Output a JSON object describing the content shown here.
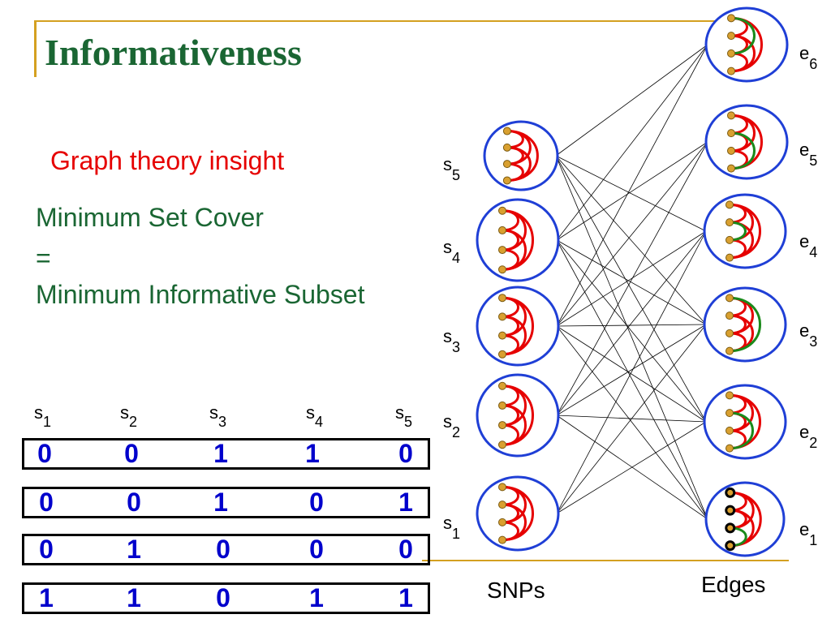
{
  "title": "Informativeness",
  "subtitle": "Graph theory insight",
  "statement": {
    "line1": "Minimum Set Cover",
    "line2": "=",
    "line3": "Minimum Informative Subset"
  },
  "snp_headers": [
    {
      "s": "s",
      "n": "1"
    },
    {
      "s": "s",
      "n": "2"
    },
    {
      "s": "s",
      "n": "3"
    },
    {
      "s": "s",
      "n": "4"
    },
    {
      "s": "s",
      "n": "5"
    }
  ],
  "matrix_rows": [
    [
      "0",
      "0",
      "1",
      "1",
      "0"
    ],
    [
      "0",
      "0",
      "1",
      "0",
      "1"
    ],
    [
      "0",
      "1",
      "0",
      "0",
      "0"
    ],
    [
      "1",
      "1",
      "0",
      "1",
      "1"
    ]
  ],
  "snp_nodes": [
    {
      "s": "s",
      "n": "5"
    },
    {
      "s": "s",
      "n": "4"
    },
    {
      "s": "s",
      "n": "3"
    },
    {
      "s": "s",
      "n": "2"
    },
    {
      "s": "s",
      "n": "1"
    }
  ],
  "edge_nodes": [
    {
      "e": "e",
      "n": "6"
    },
    {
      "e": "e",
      "n": "5"
    },
    {
      "e": "e",
      "n": "4"
    },
    {
      "e": "e",
      "n": "3"
    },
    {
      "e": "e",
      "n": "2"
    },
    {
      "e": "e",
      "n": "1"
    }
  ],
  "snps_caption": "SNPs",
  "edges_caption": "Edges",
  "colors": {
    "accent_line": "#d4a020",
    "title_green": "#1a6633",
    "red": "#e60000",
    "blue_circle": "#1f3fd6",
    "digit_blue": "#0000cc"
  }
}
